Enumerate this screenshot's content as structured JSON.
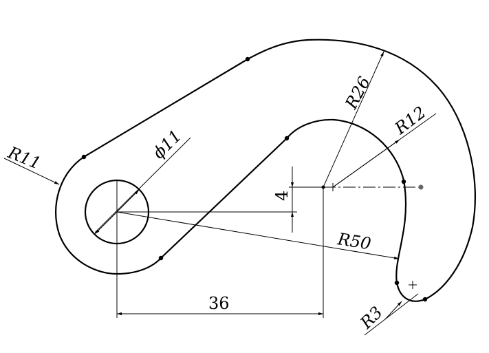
{
  "dimensions": {
    "r11": "R11",
    "phi11": "ϕ11",
    "r26": "R26",
    "r12": "R12",
    "four": "4",
    "r50": "R50",
    "thirty_six": "36",
    "r3": "R3"
  }
}
